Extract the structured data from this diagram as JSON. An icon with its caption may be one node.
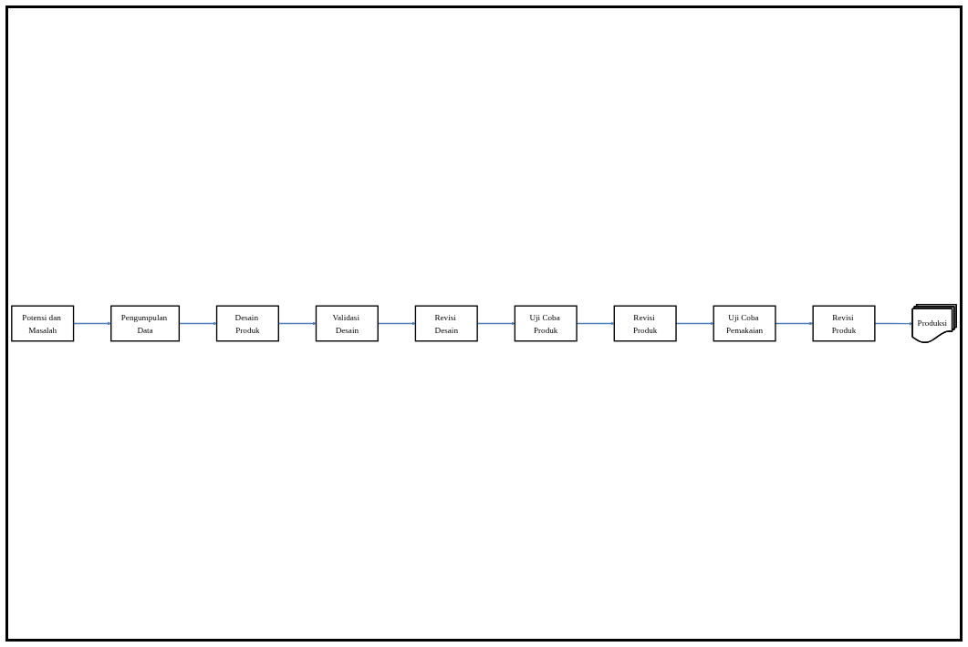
{
  "diagram": {
    "nodes": [
      {
        "text": [
          "Potensi dan Masalah"
        ]
      },
      {
        "text": [
          "Pengumpulan Data"
        ]
      },
      {
        "text": [
          "Desain Produk"
        ]
      },
      {
        "text": [
          "Validasi Desain"
        ]
      },
      {
        "text": [
          "Revisi Desain"
        ]
      },
      {
        "text": [
          "Uji Coba Produk"
        ]
      },
      {
        "text": [
          "Revisi Produk"
        ]
      },
      {
        "text": [
          "Uji Coba Pemakaian"
        ]
      },
      {
        "text": [
          "Revisi Produk"
        ]
      },
      {
        "text": [
          "Produksi"
        ]
      }
    ],
    "edges": [
      {
        "from": 0,
        "to": 1,
        "arrow": "to"
      },
      {
        "from": 1,
        "to": 2,
        "arrow": "to"
      },
      {
        "from": 2,
        "to": 3,
        "arrow": "to"
      },
      {
        "from": 3,
        "to": 4,
        "arrow": "to"
      },
      {
        "from": 4,
        "to": 5,
        "arrow": "to"
      },
      {
        "from": 5,
        "to": 6,
        "arrow": "to"
      },
      {
        "from": 6,
        "to": 7,
        "arrow": "to"
      },
      {
        "from": 7,
        "to": 8,
        "arrow": "to"
      },
      {
        "from": 8,
        "to": 9,
        "arrow": "to"
      }
    ]
  }
}
